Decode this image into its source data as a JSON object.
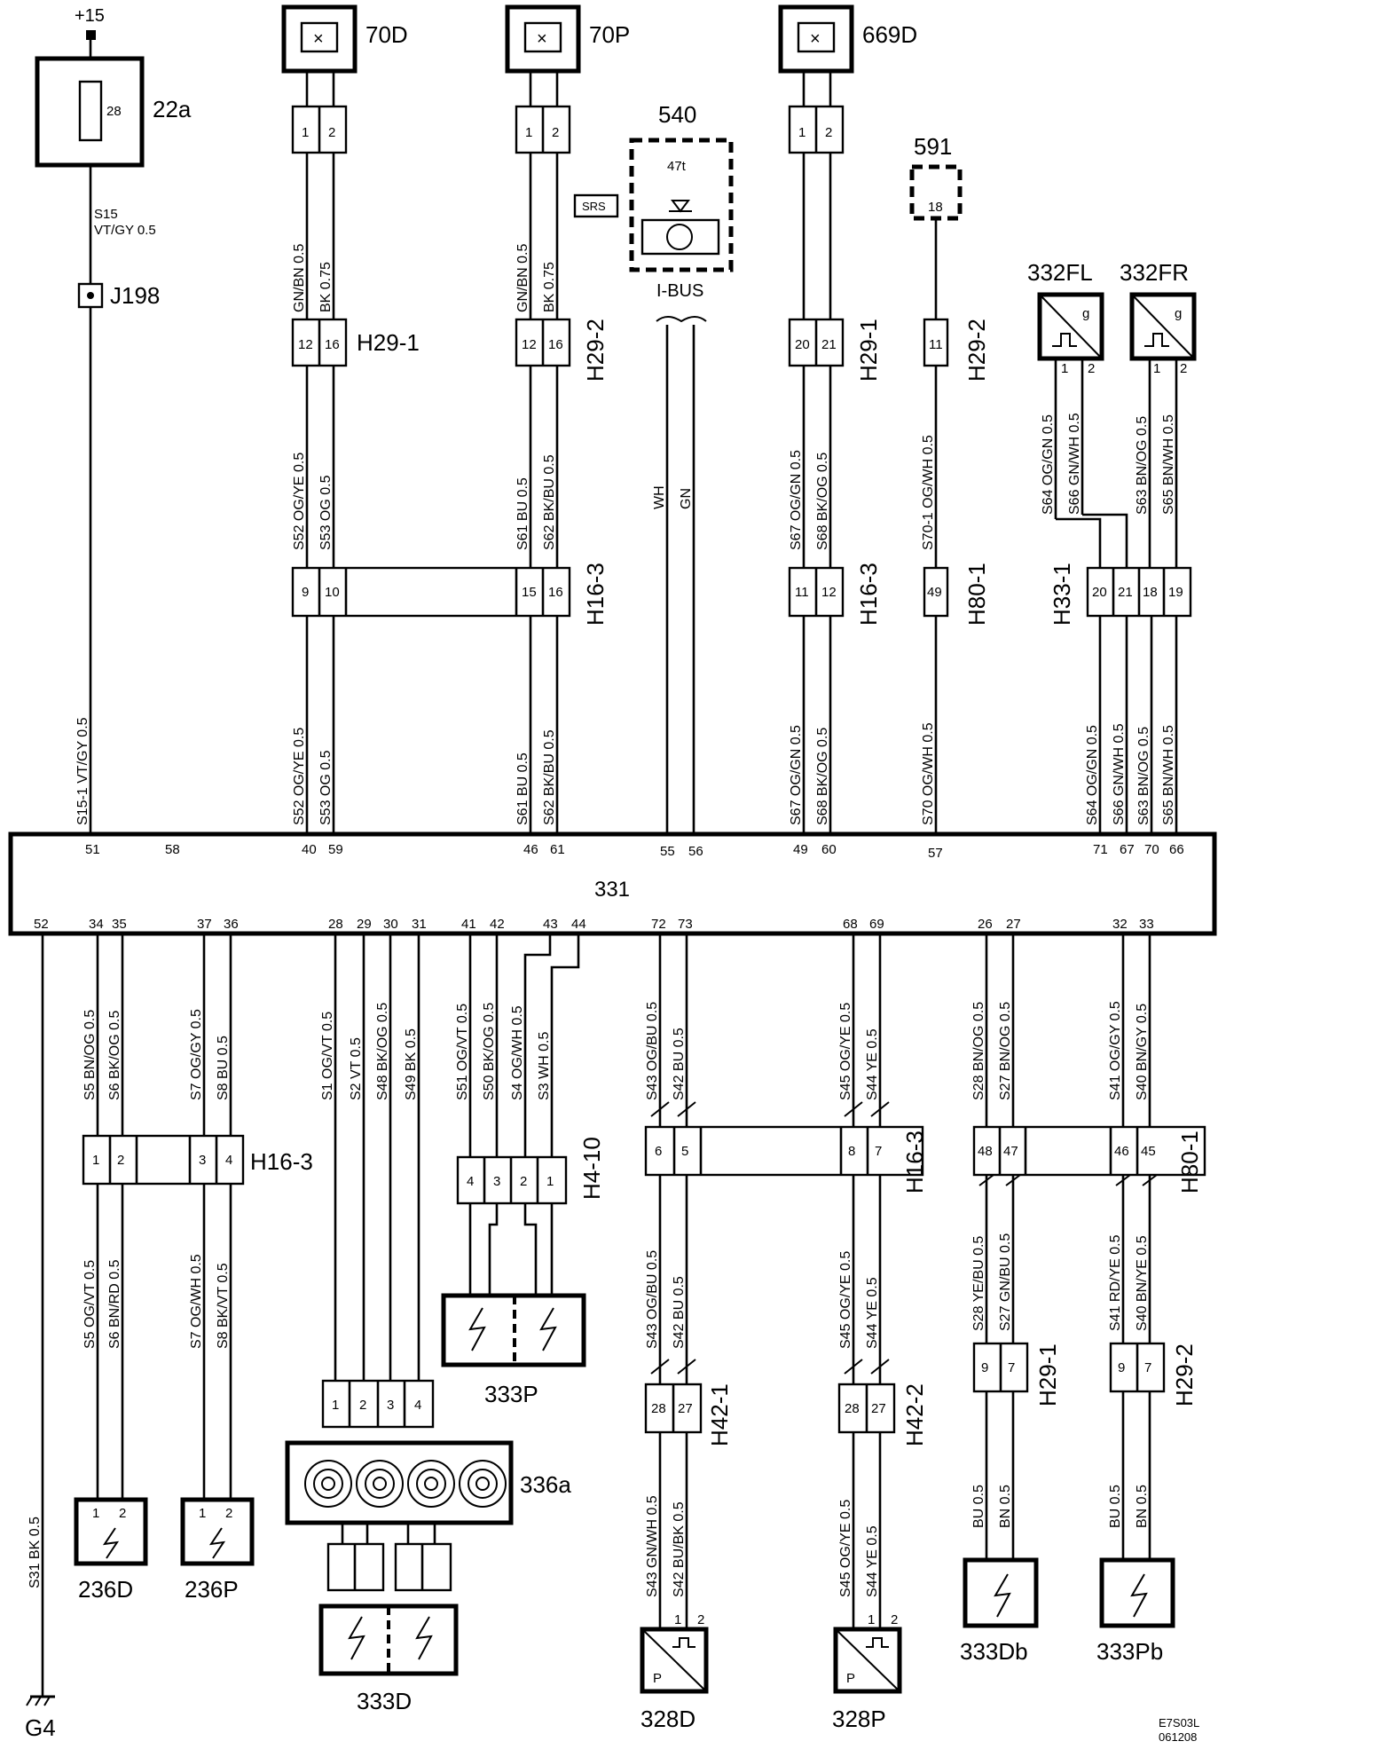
{
  "ecu": {
    "label": "331",
    "top_pins": [
      "51",
      "58",
      "40",
      "59",
      "46",
      "61",
      "55",
      "56",
      "49",
      "60",
      "57",
      "71",
      "67",
      "70",
      "66"
    ],
    "bottom_pins": [
      "52",
      "34",
      "35",
      "37",
      "36",
      "28",
      "29",
      "30",
      "31",
      "41",
      "42",
      "43",
      "44",
      "72",
      "73",
      "68",
      "69",
      "26",
      "27",
      "32",
      "33"
    ]
  },
  "supply": {
    "voltage": "+15",
    "fuse_num": "28",
    "fuse_label": "22a",
    "wire_top": "S15",
    "wire_top_spec": "VT/GY  0.5",
    "splice": "J198",
    "wire_low": "S15-1 VT/GY 0.5"
  },
  "ground": {
    "label": "G4",
    "wire": "S31  BK  0.5"
  },
  "components": {
    "c70D": "70D",
    "c70P": "70P",
    "c669D": "669D",
    "c540": "540",
    "c540_sub": "47t",
    "srs": "SRS",
    "ibus": "I-BUS",
    "c591": "591",
    "c591_pin": "18",
    "c332FL": "332FL",
    "c332FR": "332FR",
    "g": "g",
    "c333P": "333P",
    "c336a": "336a",
    "c333D": "333D",
    "c236D": "236D",
    "c236P": "236P",
    "c328D": "328D",
    "c328P": "328P",
    "c333Db": "333Db",
    "c333Pb": "333Pb",
    "p": "P"
  },
  "connectors": {
    "H29_1": "H29-1",
    "H29_2": "H29-2",
    "H16_3": "H16-3",
    "H80_1": "H80-1",
    "H33_1": "H33-1",
    "H4_10": "H4-10",
    "H42_1": "H42-1",
    "H42_2": "H42-2"
  },
  "wires": {
    "w70D_1": "GN/BN  0.5",
    "w70D_2": "BK  0.75",
    "w70P_1": "GN/BN  0.5",
    "w70P_2": "BK  0.75",
    "s52": "S52  OG/YE  0.5",
    "s53": "S53  OG  0.5",
    "s61": "S61  BU  0.5",
    "s62": "S62  BK/BU  0.5",
    "wh": "WH",
    "gn": "GN",
    "s67": "S67  OG/GN  0.5",
    "s68": "S68  BK/OG  0.5",
    "s70_1": "S70-1  OG/WH  0.5",
    "s70": "S70  OG/WH  0.5",
    "s64": "S64  OG/GN  0.5",
    "s66": "S66  GN/WH  0.5",
    "s63": "S63  BN/OG  0.5",
    "s65": "S65  BN/WH  0.5",
    "s5": "S5  BN/OG  0.5",
    "s6": "S6  BK/OG  0.5",
    "s7": "S7  OG/GY  0.5",
    "s8": "S8  BU  0.5",
    "s5b": "S5  OG/VT  0.5",
    "s6b": "S6  BN/RD  0.5",
    "s7b": "S7  OG/WH  0.5",
    "s8b": "S8  BK/VT  0.5",
    "s1": "S1  OG/VT  0.5",
    "s2": "S2  VT  0.5",
    "s48": "S48  BK/OG  0.5",
    "s49": "S49  BK  0.5",
    "s51": "S51  OG/VT  0.5",
    "s50": "S50  BK/OG  0.5",
    "s4": "S4  OG/WH  0.5",
    "s3": "S3  WH  0.5",
    "s43": "S43  OG/BU  0.5",
    "s42": "S42  BU  0.5",
    "s45": "S45  OG/YE  0.5",
    "s44": "S44  YE  0.5",
    "s43b": "S43  GN/WH  0.5",
    "s42b": "S42  BU/BK  0.5",
    "s28": "S28  BN/OG  0.5",
    "s27": "S27  BN/OG  0.5",
    "s41": "S41  OG/GY  0.5",
    "s40": "S40  BN/GY  0.5",
    "s28b": "S28  YE/BU  0.5",
    "s27b": "S27  GN/BU  0.5",
    "s41b": "S41  RD/YE  0.5",
    "s40b": "S40  BN/YE  0.5",
    "bu": "BU  0.5",
    "bn": "BN  0.5"
  },
  "code": {
    "line1": "E7S03L",
    "line2": "061208"
  }
}
